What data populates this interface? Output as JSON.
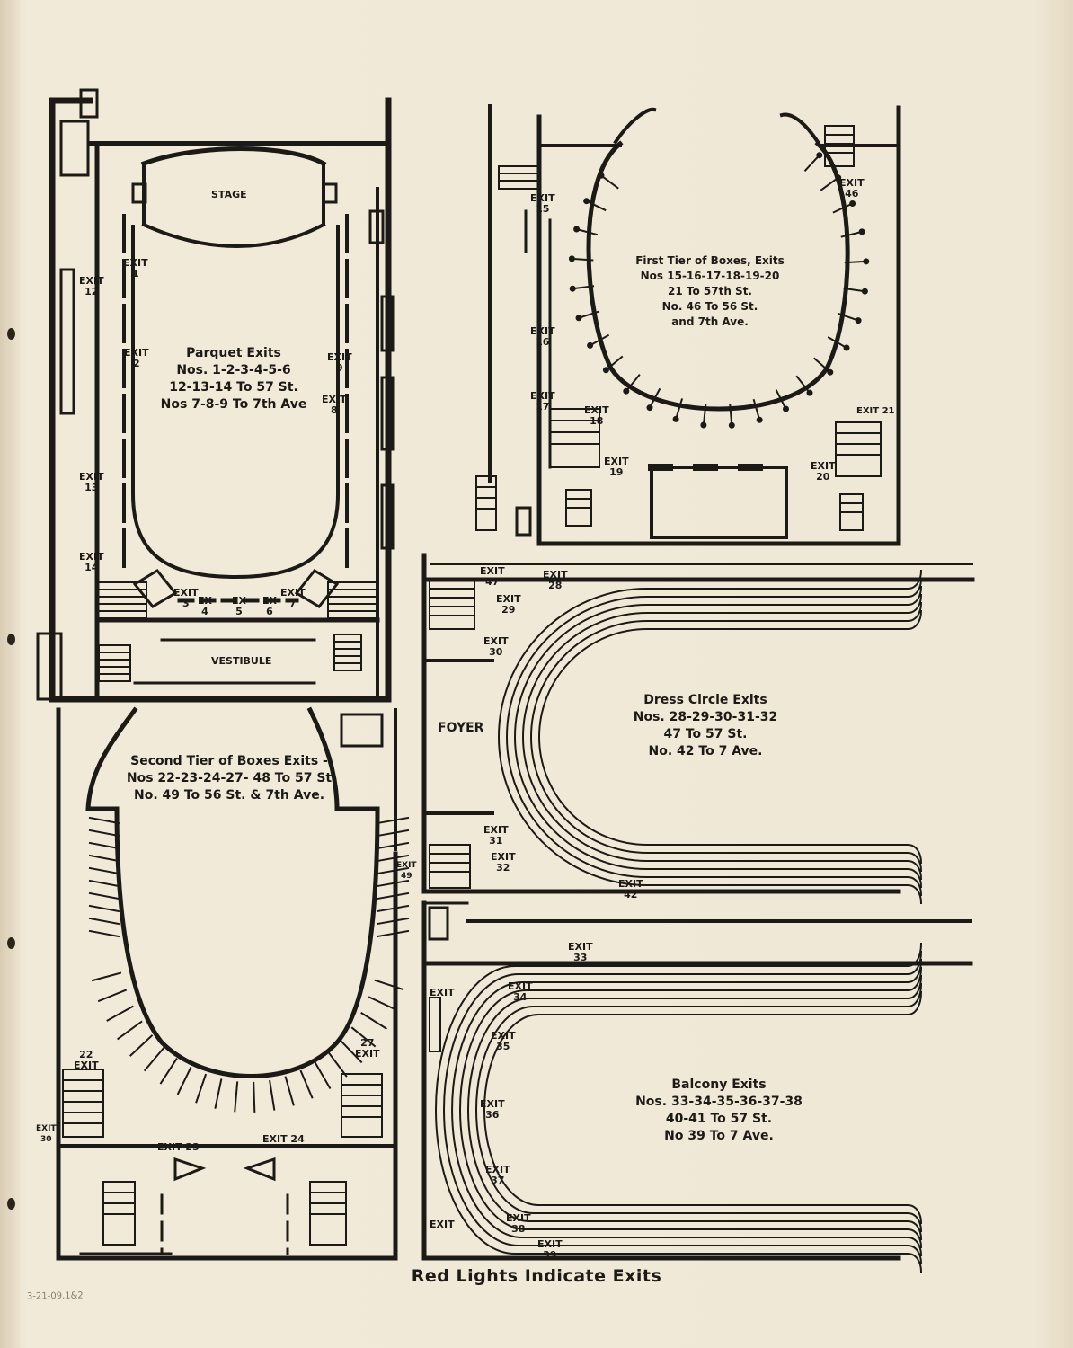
{
  "footer": {
    "caption": "Red Lights Indicate Exits"
  },
  "archive_mark": "3-21-09.1&2",
  "sections": {
    "parquet": {
      "caption": "Parquet Exits\nNos. 1-2-3-4-5-6\n12-13-14 To 57 St.\nNos 7-8-9 To 7th Ave",
      "rooms": {
        "stage": "STAGE",
        "vestibule": "VESTIBULE"
      },
      "exits": [
        "EXIT\n1",
        "EXIT\n2",
        "EXIT\n3",
        "EX\n4",
        "EX\n5",
        "EX\n6",
        "EXIT\n7",
        "EXIT\n8",
        "EXIT\n9",
        "EXIT\n12",
        "EXIT\n13",
        "EXIT\n14"
      ]
    },
    "first_tier": {
      "caption": "First Tier of Boxes, Exits\nNos 15-16-17-18-19-20\n21 To 57th St.\nNo. 46 To 56 St.\nand 7th Ave.",
      "exits": [
        "EXIT\n15",
        "EXIT\n16",
        "EXIT\n17",
        "EXIT\n18",
        "EXIT\n19",
        "EXIT\n20",
        "EXIT 21",
        "EXIT\n46"
      ]
    },
    "dress_circle": {
      "caption": "Dress Circle Exits\nNos. 28-29-30-31-32\n47 To 57 St.\nNo. 42 To 7 Ave.",
      "rooms": {
        "foyer": "FOYER"
      },
      "exits": [
        "EXIT\n47",
        "EXIT\n28",
        "EXIT\n29",
        "EXIT\n30",
        "EXIT\n31",
        "EXIT\n32",
        "EXIT\n42"
      ]
    },
    "second_tier": {
      "caption": "Second Tier of Boxes Exits -\nNos 22-23-24-27- 48 To 57 St\nNo. 49 To 56 St. & 7th Ave.",
      "exits": [
        "22\nEXIT",
        "EXIT\n49",
        "27\nEXIT",
        "EXIT\n30",
        "EXIT 23",
        "EXIT 24"
      ]
    },
    "balcony": {
      "caption": "Balcony Exits\nNos. 33-34-35-36-37-38\n40-41 To 57 St.\nNo 39 To 7 Ave.",
      "exits": [
        "EXIT\n33",
        "EXIT",
        "EXIT\n34",
        "EXIT\n35",
        "EXIT\n36",
        "EXIT\n37",
        "EXIT\n38",
        "EXIT\n39",
        "EXIT"
      ]
    }
  }
}
